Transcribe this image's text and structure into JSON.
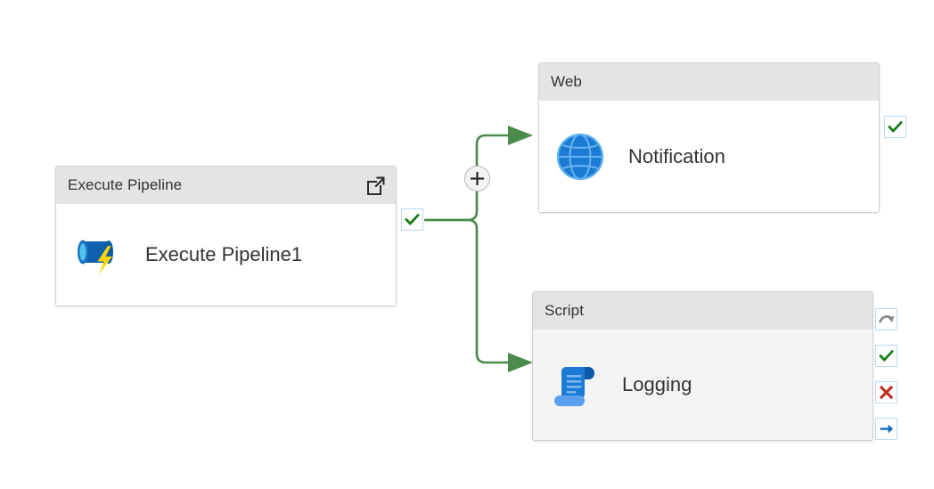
{
  "canvas": {
    "background": "#ffffff",
    "edge_color": "#4a8a4a",
    "header_color": "#e4e4e4",
    "selected_body_color": "#f4f4f4",
    "success_color": "#107c10",
    "failure_color": "#c42b1c",
    "completion_color": "#0f6cbd",
    "skipped_color": "#8a8a8a"
  },
  "nodes": [
    {
      "id": "execute-pipeline",
      "type_label": "Execute Pipeline",
      "name": "Execute Pipeline1",
      "icon": "execute-pipeline-icon",
      "selected": false,
      "header_action": "open-pipeline-icon",
      "handles": [
        {
          "kind": "success",
          "icon": "green-check-icon",
          "title": "Success"
        }
      ]
    },
    {
      "id": "web",
      "type_label": "Web",
      "name": "Notification",
      "icon": "globe-icon",
      "selected": false,
      "handles": [
        {
          "kind": "success",
          "icon": "green-check-icon",
          "title": "Success"
        }
      ]
    },
    {
      "id": "script",
      "type_label": "Script",
      "name": "Logging",
      "icon": "script-scroll-icon",
      "selected": true,
      "handles": [
        {
          "kind": "skipped",
          "icon": "gray-arc-arrow-icon",
          "title": "Skipped"
        },
        {
          "kind": "success",
          "icon": "green-check-icon",
          "title": "Success"
        },
        {
          "kind": "failure",
          "icon": "red-x-icon",
          "title": "Failure"
        },
        {
          "kind": "completion",
          "icon": "blue-arrow-icon",
          "title": "Completion"
        }
      ]
    }
  ],
  "edges": [
    {
      "from": "execute-pipeline",
      "to": "web",
      "condition": "Success"
    },
    {
      "from": "execute-pipeline",
      "to": "script",
      "condition": "Success"
    }
  ],
  "add_button": {
    "label": "+",
    "title": "Add activity"
  }
}
